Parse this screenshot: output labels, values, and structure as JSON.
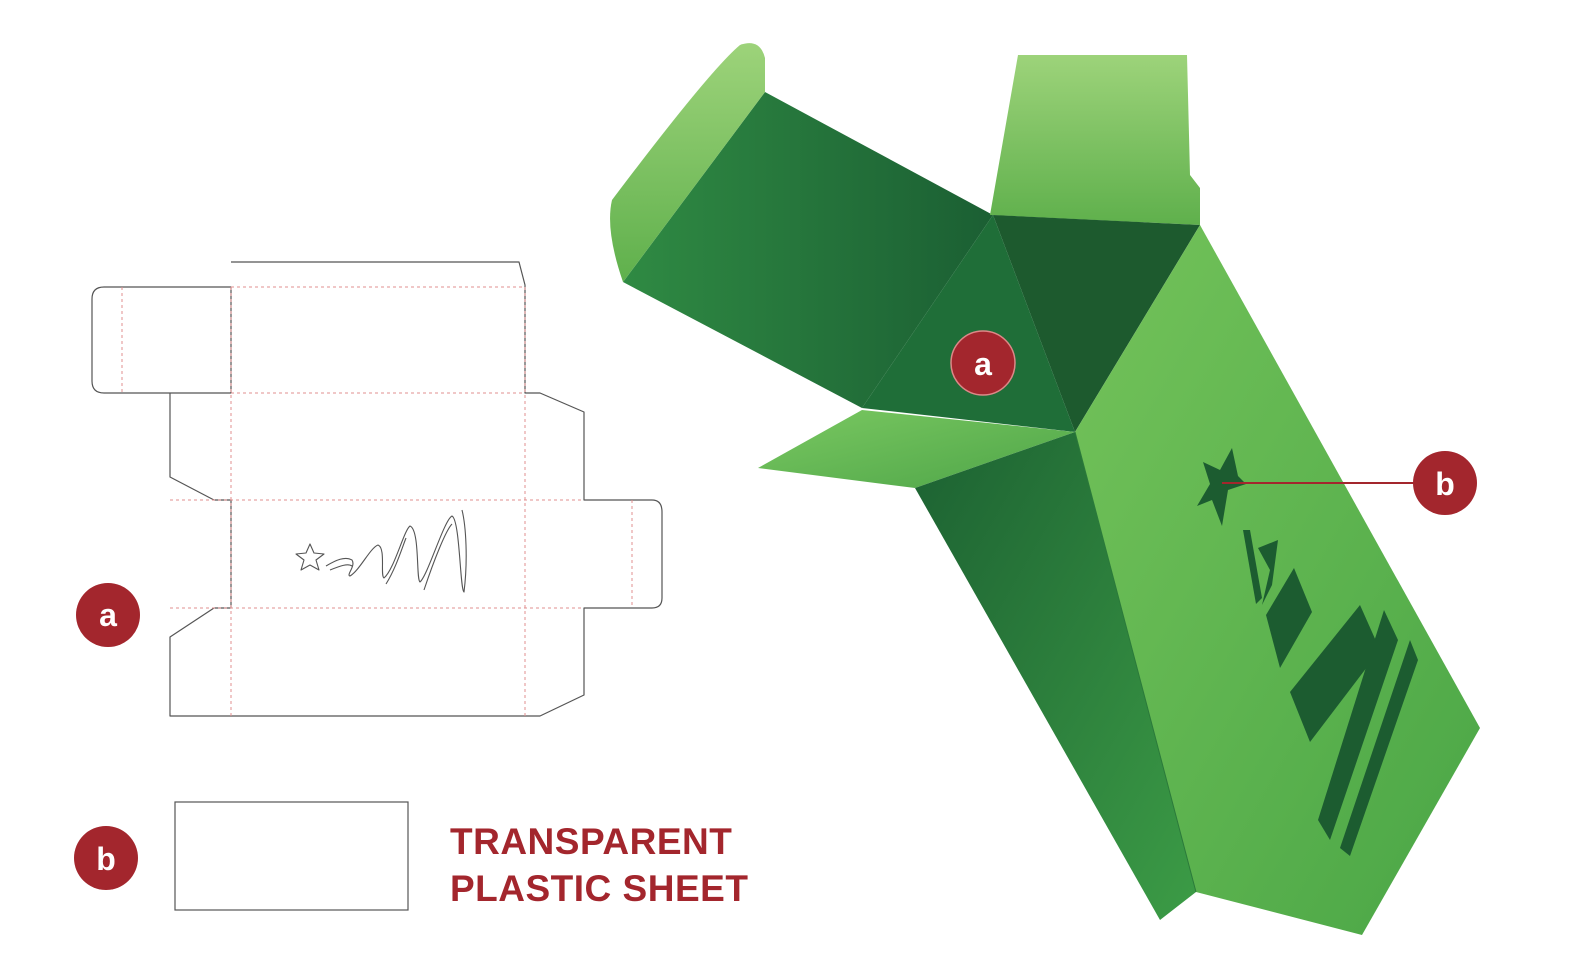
{
  "labels": {
    "part_a": "a",
    "part_b": "b"
  },
  "caption": {
    "line1": "TRANSPARENT",
    "line2": "PLASTIC SHEET"
  },
  "colors": {
    "badge": "#a3262d",
    "caption": "#a3262d",
    "dieline_cut": "#555555",
    "dieline_fold": "#e08f8f",
    "box_light": "#6cbf57",
    "box_mid": "#3f9a44",
    "box_dark": "#1f6535"
  },
  "icons": {
    "window_cutout": "star-and-spiral-tree-icon"
  }
}
